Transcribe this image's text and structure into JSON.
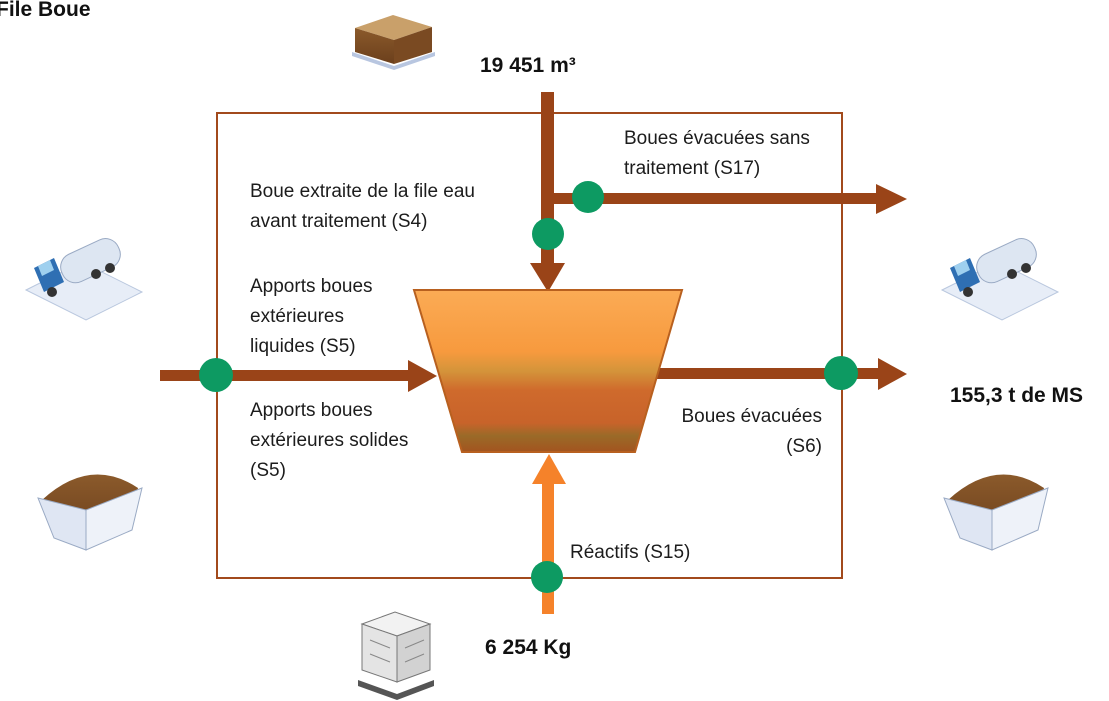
{
  "title": "File Boue",
  "quantities": {
    "input_volume": "19 451 m³",
    "output_dry_matter": "155,3 t de MS",
    "reagents_mass": "6 254 Kg"
  },
  "flows": {
    "s17": [
      "Boues évacuées sans",
      "traitement (S17)"
    ],
    "s4": [
      "Boue extraite de la file eau",
      "avant traitement (S4)"
    ],
    "s5_liquid": [
      "Apports boues",
      "extérieures",
      "liquides (S5)"
    ],
    "s5_solid": [
      "Apports boues",
      "extérieures solides",
      "(S5)"
    ],
    "s6": [
      "Boues évacuées",
      "(S6)"
    ],
    "s15": [
      "Réactifs (S15)"
    ]
  },
  "icons": {
    "top": "sludge-block-icon",
    "left_truck": "tanker-truck-icon",
    "right_truck": "tanker-truck-icon",
    "left_skip": "sludge-skip-icon",
    "right_skip": "sludge-skip-icon",
    "bottom": "chemical-container-icon"
  },
  "colors": {
    "flow_arrow": "#9a4418",
    "reagent_arrow": "#f5822a",
    "measure_point": "#0d9a62",
    "boundary": "#a24a1c",
    "tank_top": "#f8a54a",
    "tank_bottom": "#c8632a"
  }
}
